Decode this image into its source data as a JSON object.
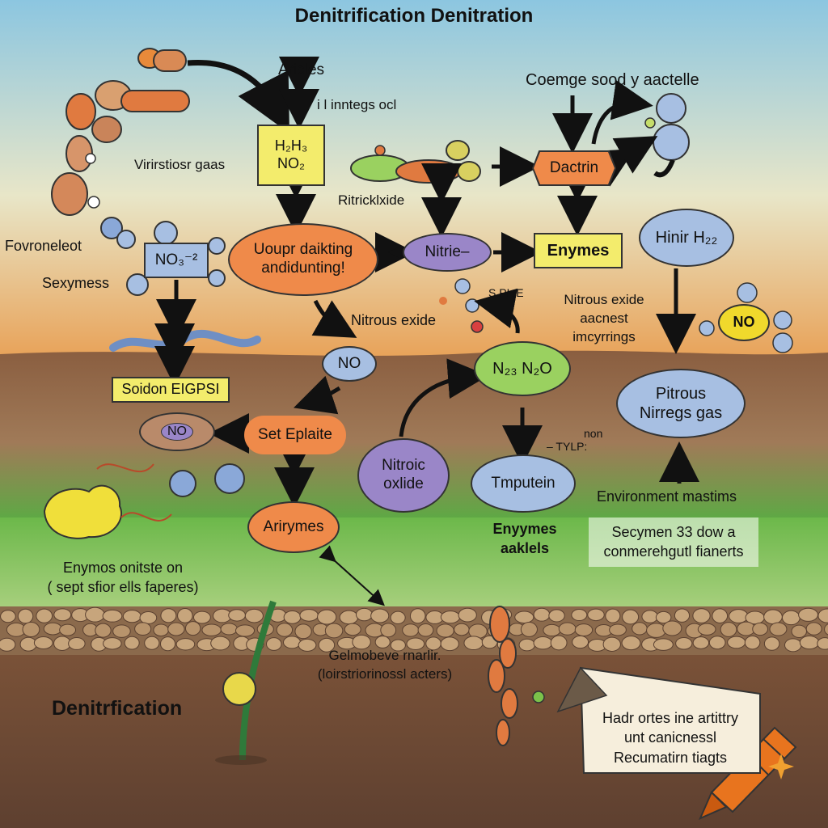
{
  "title": "Denitrification Denitration",
  "labels": {
    "aricles": "Aricles",
    "iinitregs": "i  l inntegs ocl",
    "virirsties": "Virirstiosr gaas",
    "coemge": "Coemge sood y aactelle",
    "ritrickxide": "Ritricklxide",
    "fovroneleot": "Fovroneleot",
    "sexymess": "Sexymess",
    "nitrous_exide_mid": "Nitrous  exide",
    "spple": "S,PL,E",
    "nitrous_exide_right": [
      "Nitrous exide",
      "aacnest",
      "imcyrrings"
    ],
    "non_tylp": [
      "non",
      "– TYLP:"
    ],
    "environment": "Environment mastims",
    "enymes_aaklels": [
      "Enyymes",
      "aaklels"
    ],
    "enymos_left": [
      "Enymos onitste on",
      "( sept sfior ells faperes)"
    ],
    "gelmobeve": [
      "Gelmobeve rnarlir.",
      "(loirstriorinossl acters)"
    ],
    "denitrification_bottom": "Denitrfication"
  },
  "nodes": {
    "h2_box": [
      "H₂H₃",
      "NO₂"
    ],
    "dactrin": "Dactrin",
    "no3_box": "NO₃⁻²",
    "uoupr": [
      "Uoupr daikting",
      "andidunting!"
    ],
    "nitrie": "Nitrie–",
    "enymes_box": "Enymes",
    "hinir": "Hinir H₂₂",
    "no_gold": "NO",
    "no_blue": "NO",
    "n2o": "N₂₃ N₂O",
    "soidon": "Soidon EIGPSI",
    "no_brown": "NO",
    "set_eplaite": "Set Eplaite",
    "pitrous": [
      "Pitrous",
      "Nirregs gas"
    ],
    "nitroic": [
      "Nitroic",
      "oxlide"
    ],
    "tmputein": "Tmputein",
    "arirymes": "Arirymes"
  },
  "side_notes": {
    "secymen": [
      "Secymen 33 dow a",
      "conmerehgutl fianerts"
    ],
    "hadr": [
      "Hadr ortes ine artittry",
      "unt canicnessl",
      "Recumatirn tiagts"
    ]
  },
  "colors": {
    "sky_top": "#8cc6e0",
    "sky_mid": "#e6e4c4",
    "horizon": "#e8a35a",
    "soil": "#9a7050",
    "grass": "#55a53a",
    "deep_soil": "#6b4a34",
    "yellow_box": "#f3ec6c",
    "orange_node": "#ef8a4a",
    "blue_node": "#a7bfe2",
    "purple_node": "#9a86c8",
    "green_node": "#9ad160",
    "brown_node": "#b98a6a"
  },
  "icons": [
    "bacteria-chain-icon",
    "molecule-cluster-icon",
    "microbe-icon",
    "crayon-icon",
    "sparkle-icon"
  ]
}
